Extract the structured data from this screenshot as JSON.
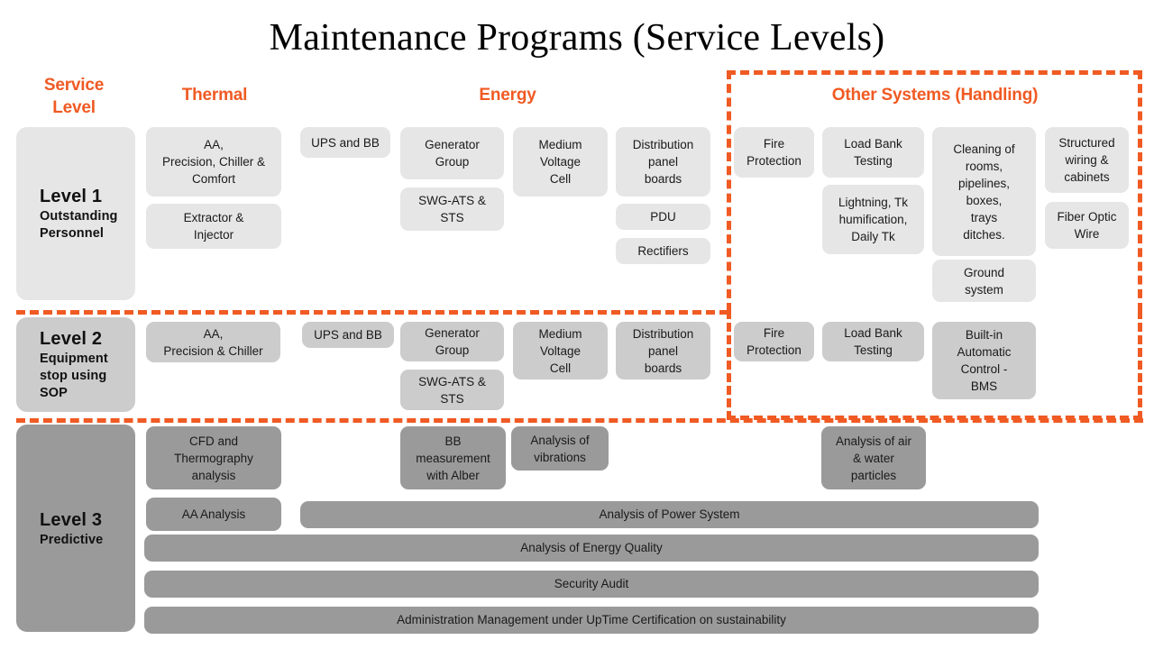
{
  "title": "Maintenance Programs (Service Levels)",
  "columns": {
    "service_level": "Service\nLevel",
    "thermal": "Thermal",
    "energy": "Energy",
    "other": "Other Systems (Handling)"
  },
  "colors": {
    "accent": "#F05A23",
    "level1_fill": "#E6E6E6",
    "level2_fill": "#CCCCCC",
    "level3_fill": "#9A9A9A",
    "title_text": "#000000"
  },
  "levels": [
    {
      "name": "Level 1",
      "subtitle": "Outstanding\nPersonnel",
      "cards": {
        "thermal": [
          "AA,\nPrecision, Chiller &\nComfort",
          "Extractor &\nInjector"
        ],
        "energy": [
          "UPS and BB",
          "Generator\nGroup",
          "SWG-ATS &\nSTS",
          "Medium\nVoltage\nCell",
          "Distribution\npanel\nboards",
          "PDU",
          "Rectifiers"
        ],
        "other": [
          "Fire\nProtection",
          "Load Bank\nTesting",
          "Lightning, Tk\nhumification,\nDaily Tk",
          "Cleaning of\nrooms,\npipelines,\nboxes,\ntrays\nditches.",
          "Ground\nsystem",
          "Structured\nwiring &\ncabinets",
          "Fiber Optic\nWire"
        ]
      }
    },
    {
      "name": "Level 2",
      "subtitle": "Equipment\nstop using SOP",
      "cards": {
        "thermal": [
          "AA,\nPrecision & Chiller"
        ],
        "energy": [
          "UPS and BB",
          "Generator\nGroup",
          "SWG-ATS &\nSTS",
          "Medium\nVoltage\nCell",
          "Distribution\npanel\nboards"
        ],
        "other": [
          "Fire\nProtection",
          "Load Bank\nTesting",
          "Built-in\nAutomatic\nControl -\nBMS"
        ]
      }
    },
    {
      "name": "Level 3",
      "subtitle": "Predictive",
      "cards": {
        "thermal": [
          "CFD and\nThermography\nanalysis",
          "AA Analysis"
        ],
        "energy": [
          "BB\nmeasurement\nwith Alber",
          "Analysis of\nvibrations"
        ],
        "other": [
          "Analysis of air\n& water\nparticles"
        ]
      },
      "bars": [
        "Analysis of Power System",
        "Analysis of Energy Quality",
        "Security Audit",
        "Administration Management under UpTime Certification on sustainability"
      ]
    }
  ]
}
